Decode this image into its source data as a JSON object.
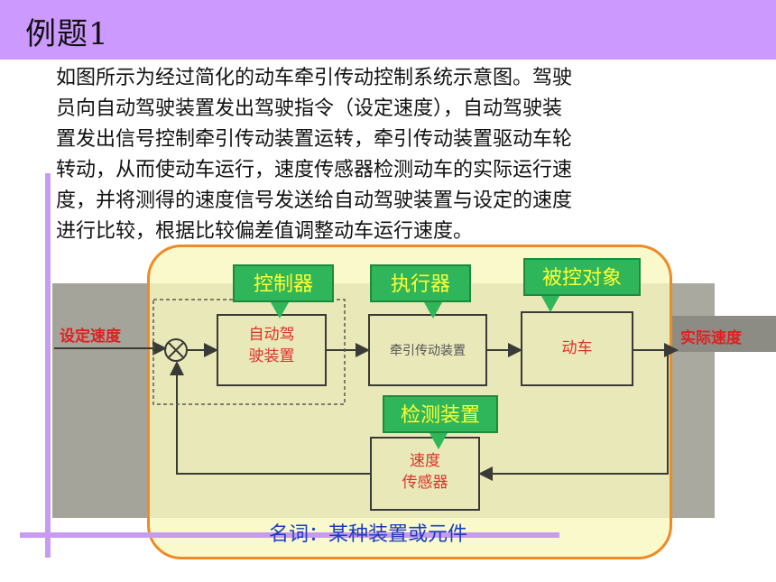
{
  "title": "例题1",
  "paragraph_lines": [
    "如图所示为经过简化的动车牵引传动控制系统示意图。驾驶",
    "员向自动驾驶装置发出驾驶指令（设定速度），自动驾驶装",
    "置发出信号控制牵引传动装置运转，牵引传动装置驱动车轮",
    "转动，从而使动车运行，速度传感器检测动车的实际运行速",
    "度，并将测得的速度信号发送给自动驾驶装置与设定的速度",
    "进行比较，根据比较偏差值调整动车运行速度。"
  ],
  "diagram": {
    "input_label": "设定速度",
    "output_label": "实际速度",
    "blocks": {
      "auto_drive": [
        "自动驾",
        "驶装置"
      ],
      "traction": "牵引传动装置",
      "train": "动车",
      "sensor": [
        "速度",
        "传感器"
      ]
    },
    "callouts": {
      "controller": "控制器",
      "actuator": "执行器",
      "controlled_object": "被控对象",
      "measuring_device": "检测装置"
    },
    "note": "名词：某种装置或元件"
  },
  "colors": {
    "title_bar": "#cc99ff",
    "accent_line": "#c79bf0",
    "overlay_border": "#f08a24",
    "callout_bg": "#2fb55a",
    "callout_text": "#ffff33",
    "red_label": "#e0302a",
    "note_blue": "#1a3cc0"
  }
}
